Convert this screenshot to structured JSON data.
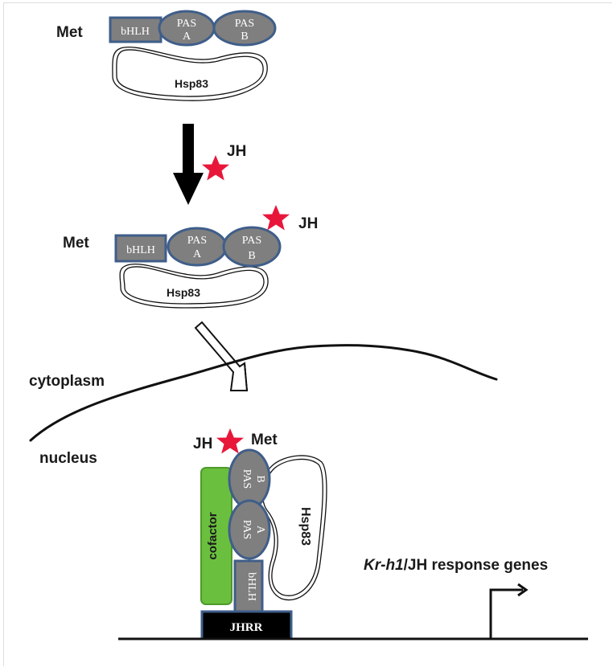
{
  "diagram": {
    "protein": "Met",
    "domains": {
      "bhlh": "bHLH",
      "pas_a_line1": "PAS",
      "pas_a_line2": "A",
      "pas_b_line1": "PAS",
      "pas_b_line2": "B"
    },
    "chaperone": "Hsp83",
    "ligand": "JH",
    "cytoplasm_label": "cytoplasm",
    "nucleus_label": "nucleus",
    "cofactor_label": "cofactor",
    "response_element": "JHRR",
    "target_genes": {
      "gene_italic": "Kr-h1",
      "rest": "/JH response genes"
    },
    "colors": {
      "jh_star": "#e8173a",
      "domain_fill": "#7f7f7f",
      "domain_stroke": "#3f5e8a",
      "cofactor": "#6bbf3f",
      "jhrr": "#000000"
    }
  }
}
